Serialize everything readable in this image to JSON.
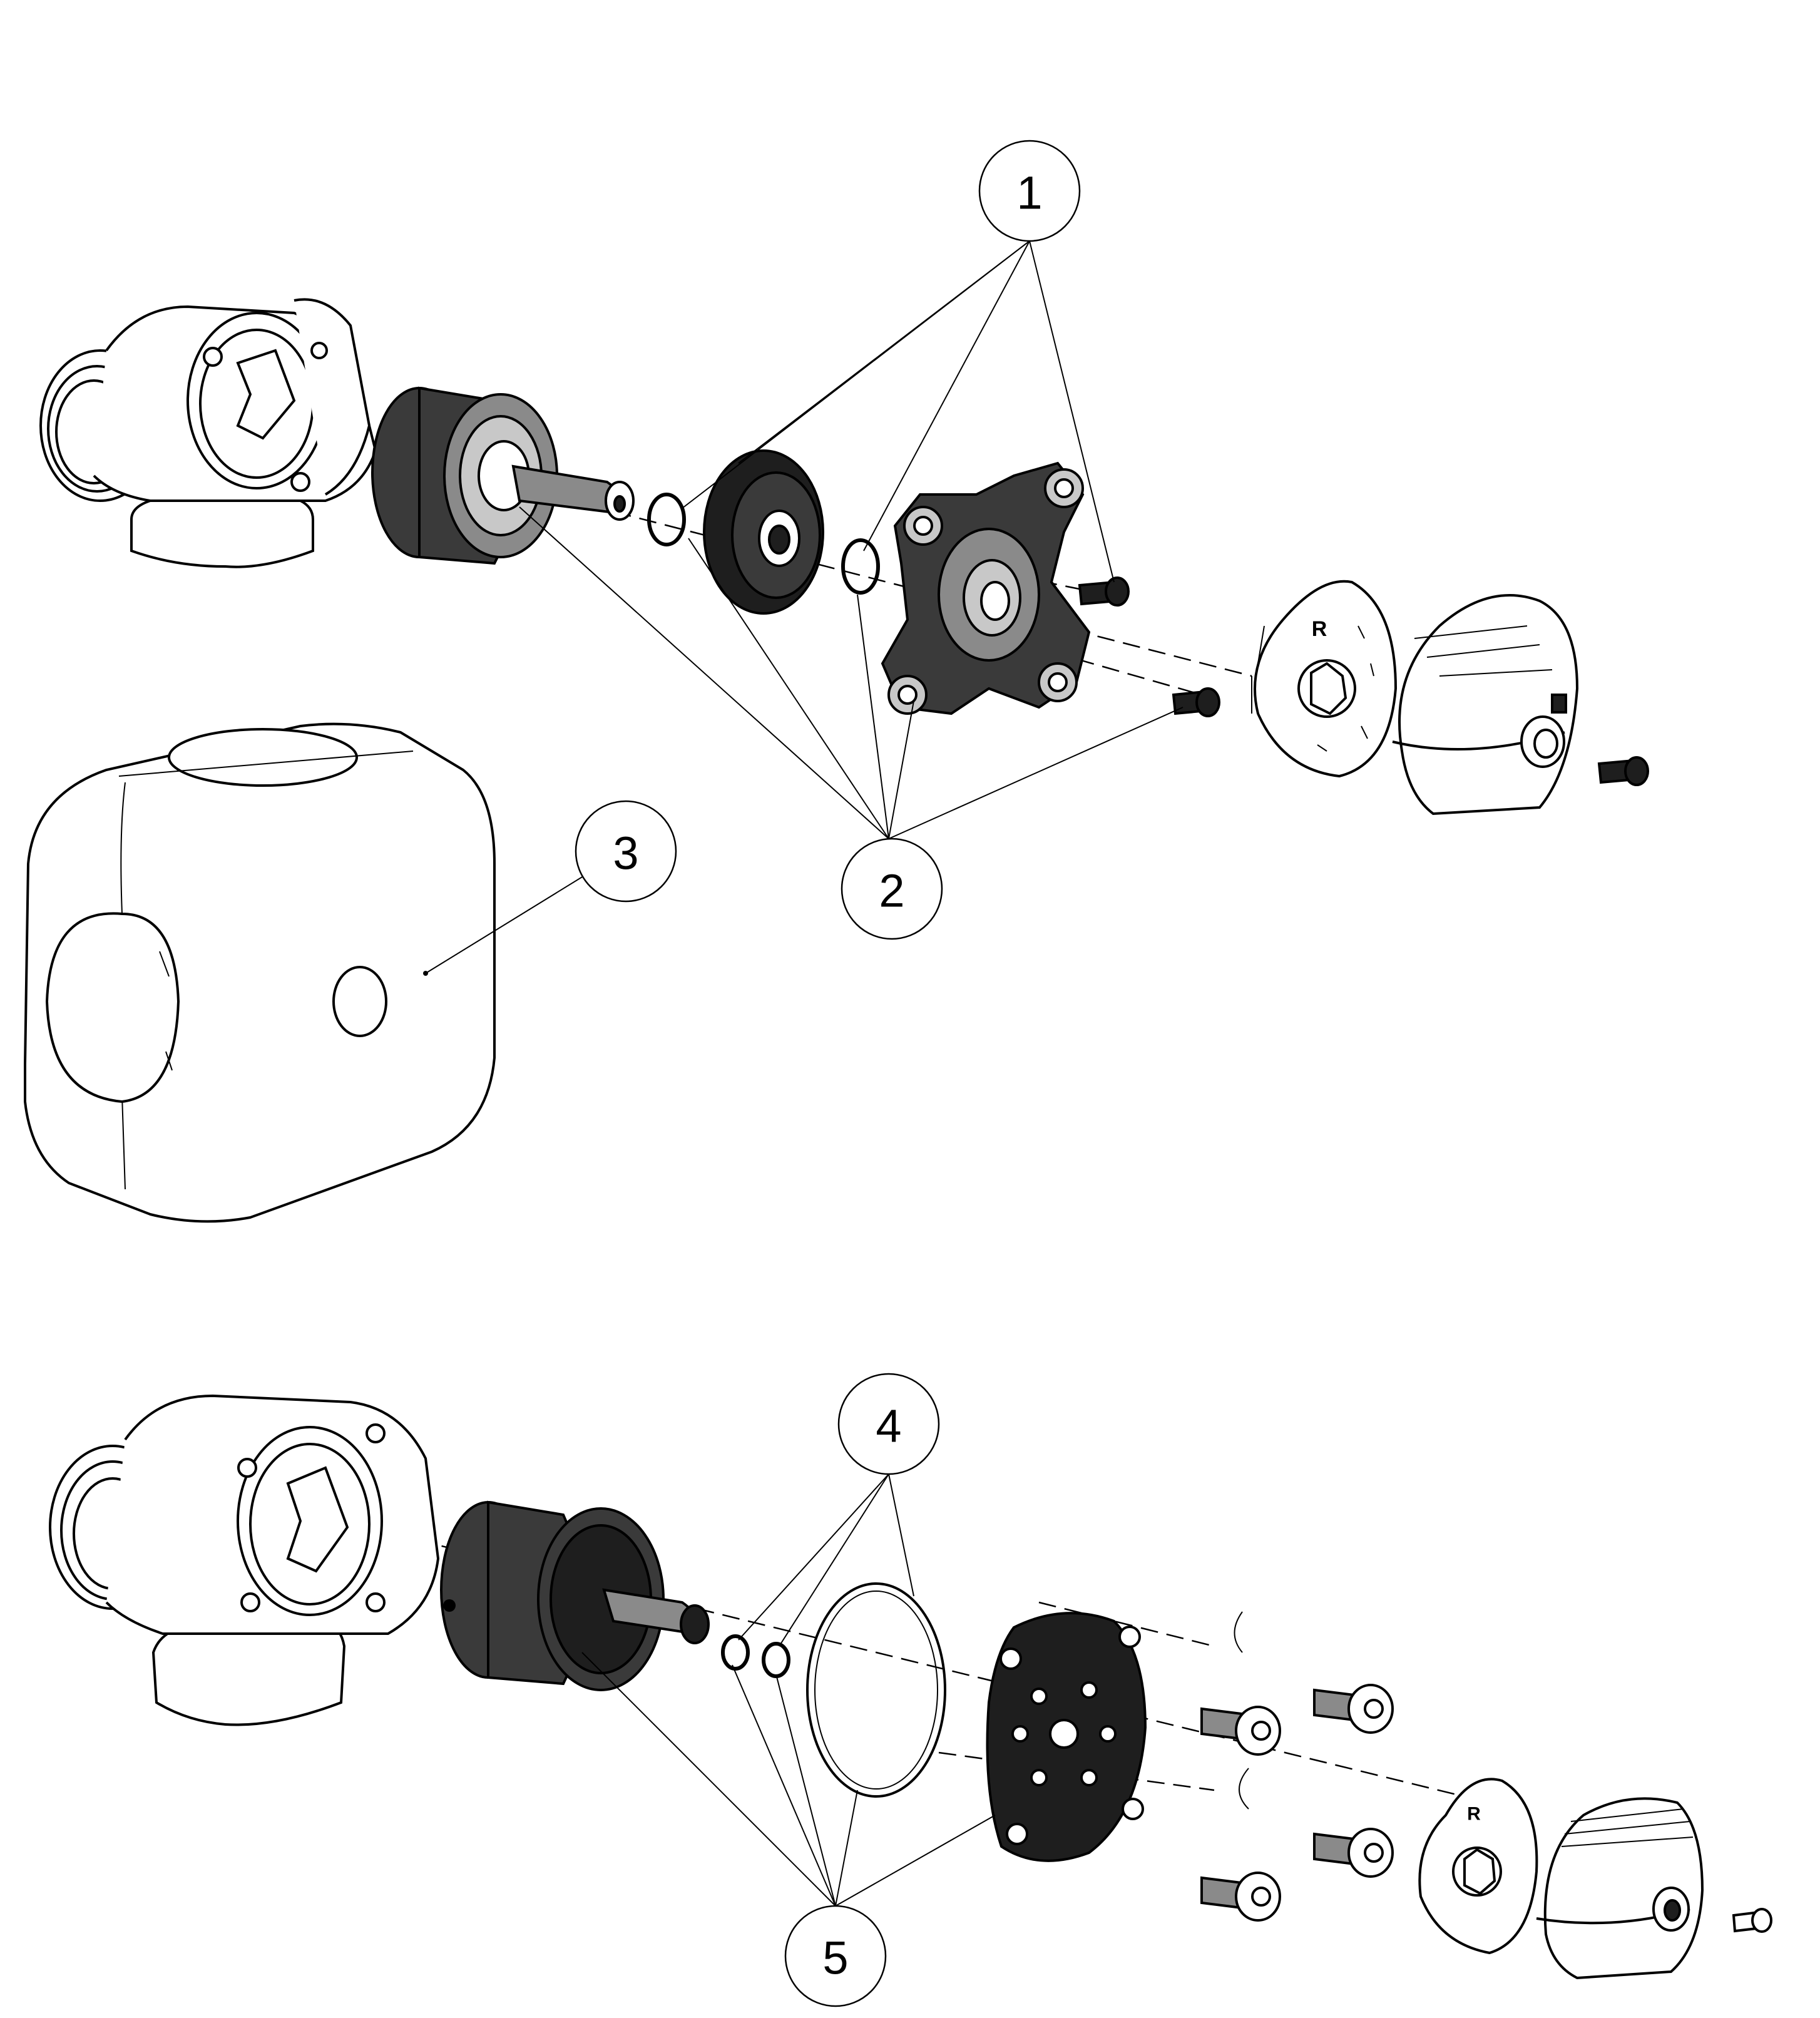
{
  "callouts": [
    {
      "id": "1",
      "label": "1"
    },
    {
      "id": "2",
      "label": "2"
    },
    {
      "id": "3",
      "label": "3"
    },
    {
      "id": "4",
      "label": "4"
    },
    {
      "id": "5",
      "label": "5"
    }
  ],
  "symbols": {
    "cap_letter_top": "R",
    "cap_letter_bottom": "R"
  }
}
